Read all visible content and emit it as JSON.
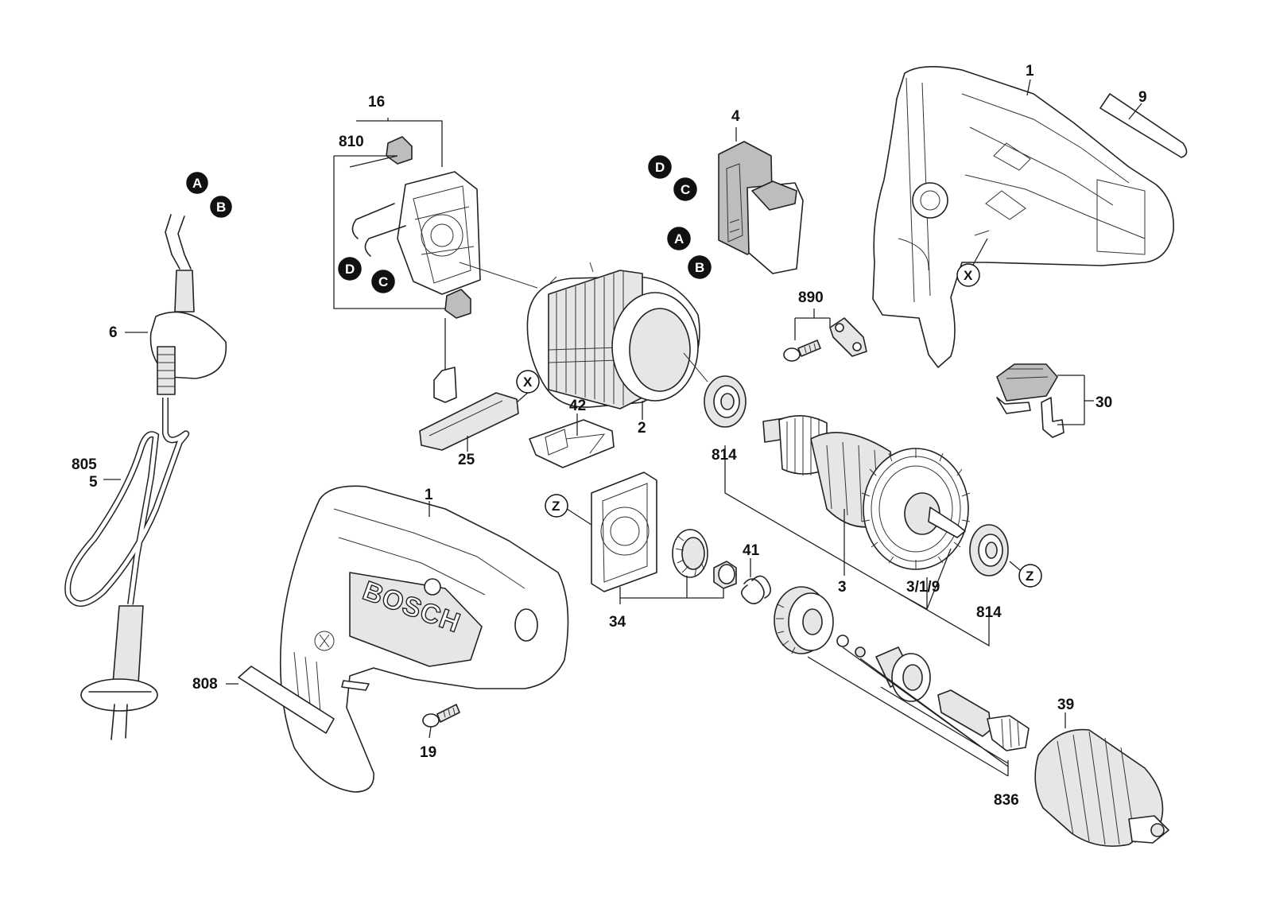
{
  "diagram": {
    "part_numbers": {
      "p16": "16",
      "p810": "810",
      "p4": "4",
      "p1_top": "1",
      "p9": "9",
      "p6": "6",
      "p805": "805",
      "p5": "5",
      "p890": "890",
      "p30": "30",
      "p42": "42",
      "p2": "2",
      "p25": "25",
      "p814_top": "814",
      "p1_bottom": "1",
      "p41": "41",
      "p3": "3",
      "p319": "3/1/9",
      "p814_bottom": "814",
      "p34": "34",
      "p808": "808",
      "p19": "19",
      "p39": "39",
      "p836": "836"
    },
    "markers": {
      "cord_A": "A",
      "cord_B": "B",
      "brush_D": "D",
      "brush_C": "C",
      "switch_D": "D",
      "switch_C": "C",
      "switch_A": "A",
      "switch_B": "B",
      "x_housing": "X",
      "x_slider": "X",
      "z_baffle": "Z",
      "z_bearing": "Z"
    },
    "brand_text": "BOSCH"
  }
}
